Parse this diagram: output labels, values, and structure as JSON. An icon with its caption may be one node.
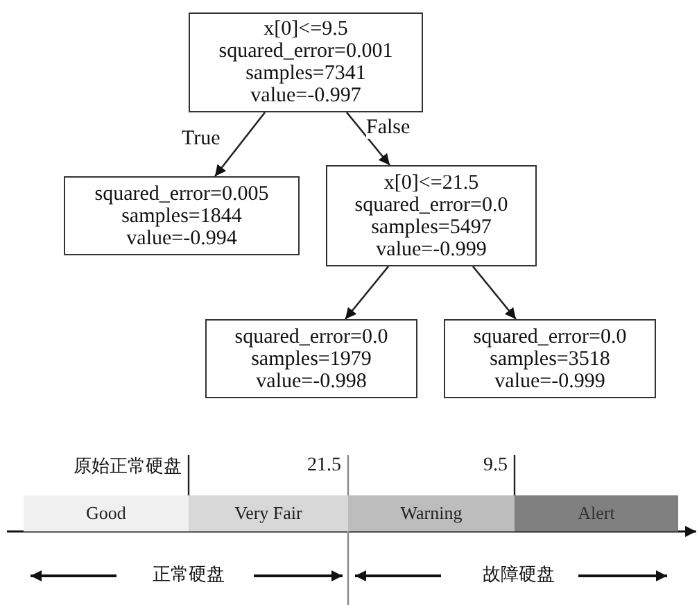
{
  "diagram": {
    "nodes": [
      {
        "text": [
          "x[0]<=9.5",
          "squared_error=0.001",
          "samples=7341",
          "value=-0.997"
        ]
      },
      {
        "text": [
          "squared_error=0.005",
          "samples=1844",
          "value=-0.994"
        ]
      },
      {
        "text": [
          "x[0]<=21.5",
          "squared_error=0.0",
          "samples=5497",
          "value=-0.999"
        ]
      },
      {
        "text": [
          "squared_error=0.0",
          "samples=1979",
          "value=-0.998"
        ]
      },
      {
        "text": [
          "squared_error=0.0",
          "samples=3518",
          "value=-0.999"
        ]
      },
      {
        "text": [
          "Good"
        ]
      },
      {
        "text": [
          "Very Fair"
        ]
      },
      {
        "text": [
          "Warning"
        ]
      },
      {
        "text": [
          "Alert"
        ]
      }
    ],
    "edges": [
      {
        "from": 0,
        "to": 1,
        "arrow": "to",
        "label": "True"
      },
      {
        "from": 0,
        "to": 2,
        "arrow": "to",
        "label": "False"
      },
      {
        "from": 2,
        "to": 3,
        "arrow": "to"
      },
      {
        "from": 2,
        "to": 4,
        "arrow": "to"
      }
    ],
    "labels": [
      "原始正常硬盘",
      "21.5",
      "9.5",
      "正常硬盘",
      "故障硬盘"
    ]
  }
}
